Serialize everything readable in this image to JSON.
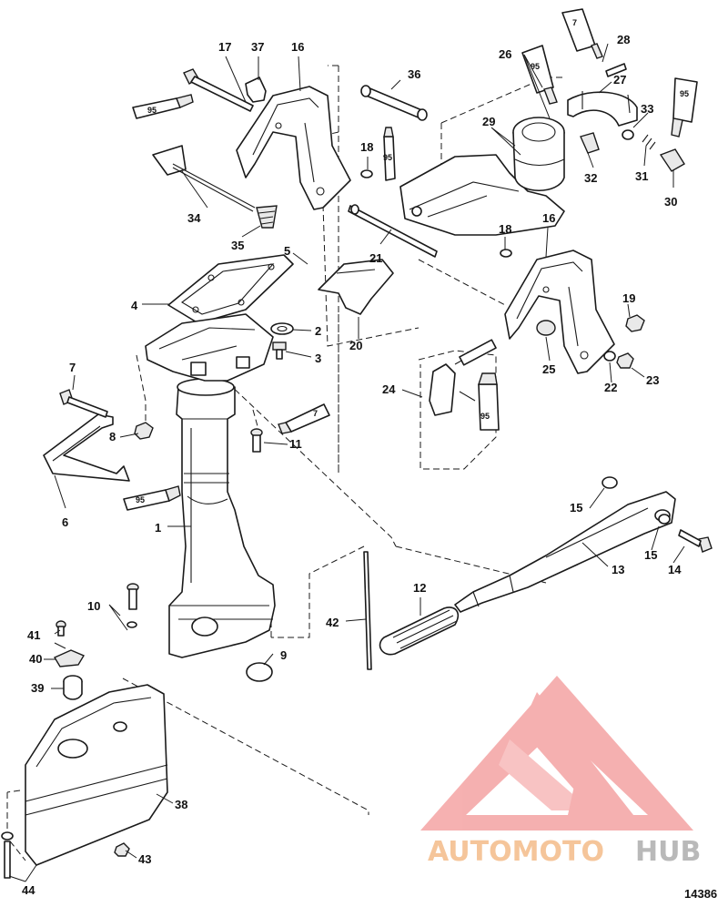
{
  "diagram": {
    "drawing_number": "14386",
    "callouts": [
      "1",
      "2",
      "3",
      "4",
      "5",
      "6",
      "7",
      "8",
      "9",
      "10",
      "11",
      "12",
      "13",
      "14",
      "15",
      "15",
      "16",
      "16",
      "17",
      "18",
      "18",
      "19",
      "20",
      "21",
      "22",
      "23",
      "24",
      "25",
      "26",
      "27",
      "28",
      "29",
      "30",
      "31",
      "32",
      "33",
      "34",
      "35",
      "36",
      "37",
      "38",
      "39",
      "40",
      "41",
      "42",
      "43",
      "44"
    ],
    "tube_labels": {
      "loctite_7": "7",
      "grease_95": "95"
    }
  },
  "watermark": {
    "text_primary": "AUTOMOTO",
    "text_secondary": "HUB",
    "colors": {
      "logo": "#f2a0a0",
      "text_primary": "#f5c59a",
      "text_secondary": "#b9b9b9"
    }
  }
}
